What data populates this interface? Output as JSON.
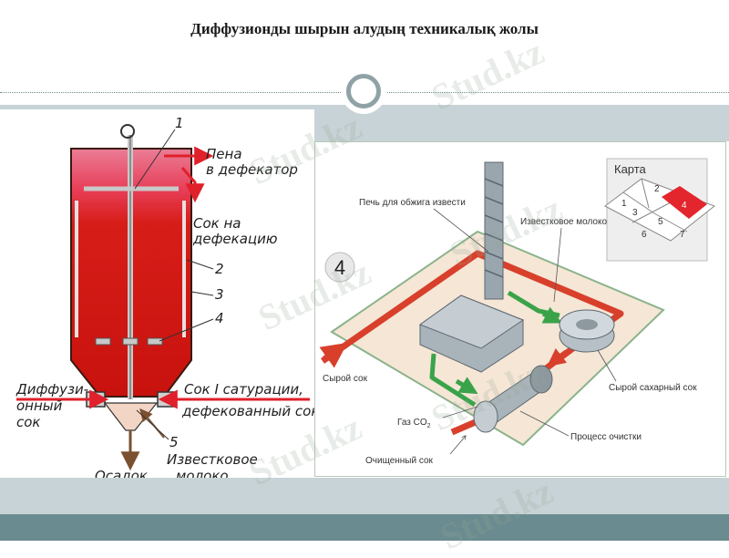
{
  "slide": {
    "title": "Диффузионды шырын алудың техникалық жолы"
  },
  "watermark": {
    "text": "Stud.kz"
  },
  "left_diagram": {
    "labels": {
      "n1": "1",
      "pena_line1": "Пена",
      "pena_line2": "в дефекатор",
      "sok_line1": "Сок на",
      "sok_line2": "дефекацию",
      "n2": "2",
      "n3": "3",
      "n4": "4",
      "diff_line1": "Диффузи-",
      "diff_line2": "онный",
      "diff_line3": "сок",
      "sat_line1": "Сок I сатурации,",
      "sat_line2": "дефекованный сок",
      "n5": "5",
      "izv_line1": "Известковое",
      "izv_line2": "молоко",
      "osadok": "Осадок"
    },
    "colors": {
      "tank_top": "#e86a85",
      "tank_main": "#d31812",
      "arrow_red": "#e0202a",
      "arrow_brown": "#7a5030"
    }
  },
  "right_diagram": {
    "step_number": "4",
    "labels": {
      "pech": "Печь для обжига извести",
      "moloko": "Известковое молоко",
      "syroy": "Сырой сок",
      "syroy_sahar": "Сырой сахарный сок",
      "gaz_prefix": "Газ CO",
      "gaz_sub": "2",
      "process": "Процесс очистки",
      "ochish": "Очищенный сок"
    },
    "map": {
      "title": "Карта",
      "cells": [
        "1",
        "2",
        "3",
        "4",
        "5",
        "6",
        "7"
      ],
      "active": "4"
    },
    "colors": {
      "platform": "#f5e6d6",
      "pipe_red": "#d8402c",
      "pipe_green": "#3aa34a",
      "highlight": "#e3252d"
    }
  }
}
